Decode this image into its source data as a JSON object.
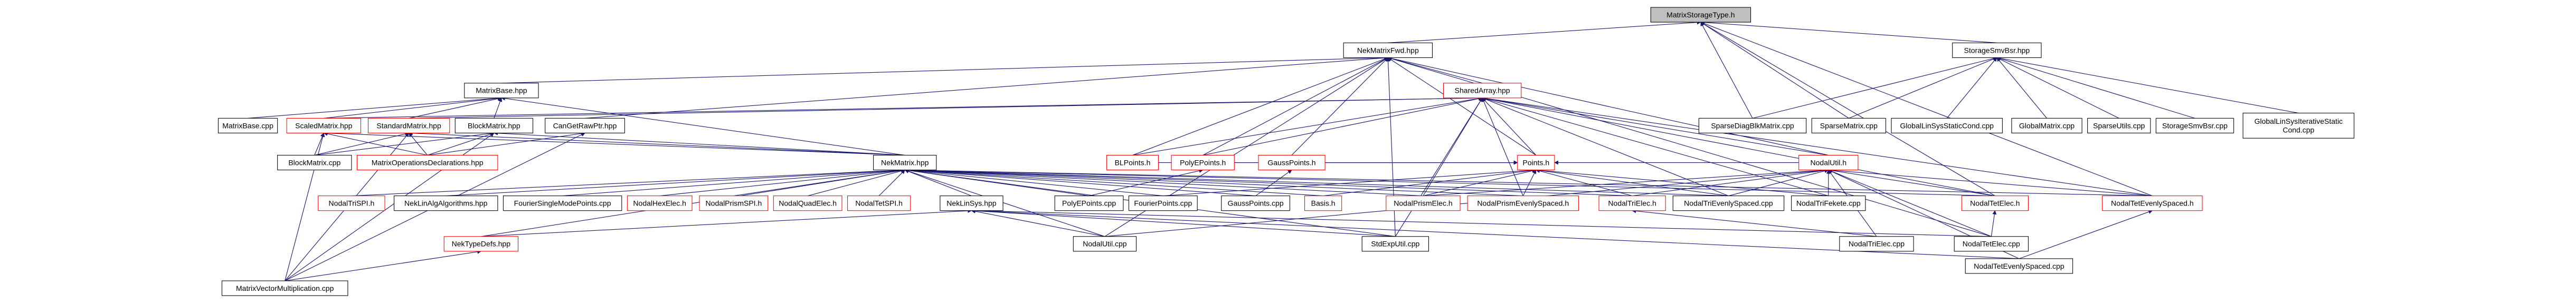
{
  "colors": {
    "edge": "#191970",
    "text": "#000000",
    "normal_border": "#000000",
    "link_border": "#ff0000",
    "root_fill": "#bfbfbf",
    "node_fill": "#ffffff"
  },
  "nodes": [
    {
      "id": "root",
      "lines": [
        "MatrixStorageType.h"
      ],
      "style": "root"
    },
    {
      "id": "nekmatrixfwd",
      "lines": [
        "NekMatrixFwd.hpp"
      ],
      "style": "normal"
    },
    {
      "id": "storagesmvbsr",
      "lines": [
        "StorageSmvBsr.hpp"
      ],
      "style": "normal"
    },
    {
      "id": "matrixbase_hpp",
      "lines": [
        "MatrixBase.hpp"
      ],
      "style": "normal"
    },
    {
      "id": "sharedarray",
      "lines": [
        "SharedArray.hpp"
      ],
      "style": "link"
    },
    {
      "id": "matrixbase_cpp",
      "lines": [
        "MatrixBase.cpp"
      ],
      "style": "normal"
    },
    {
      "id": "scaledmatrix",
      "lines": [
        "ScaledMatrix.hpp"
      ],
      "style": "link"
    },
    {
      "id": "standardmatrix",
      "lines": [
        "StandardMatrix.hpp"
      ],
      "style": "link"
    },
    {
      "id": "blockmatrix_hpp",
      "lines": [
        "BlockMatrix.hpp"
      ],
      "style": "normal"
    },
    {
      "id": "cangetrawptr",
      "lines": [
        "CanGetRawPtr.hpp"
      ],
      "style": "normal"
    },
    {
      "id": "blockmatrix_cpp",
      "lines": [
        "BlockMatrix.cpp"
      ],
      "style": "normal"
    },
    {
      "id": "matrixopdecl",
      "lines": [
        "MatrixOperationsDeclarations.hpp"
      ],
      "style": "link"
    },
    {
      "id": "nekmatrix",
      "lines": [
        "NekMatrix.hpp"
      ],
      "style": "normal"
    },
    {
      "id": "points",
      "lines": [
        "Points.h"
      ],
      "style": "link"
    },
    {
      "id": "blpoints",
      "lines": [
        "BLPoints.h"
      ],
      "style": "link"
    },
    {
      "id": "polyepoints_h",
      "lines": [
        "PolyEPoints.h"
      ],
      "style": "link"
    },
    {
      "id": "gausspoints_h",
      "lines": [
        "GaussPoints.h"
      ],
      "style": "link"
    },
    {
      "id": "nodalutil_h",
      "lines": [
        "NodalUtil.h"
      ],
      "style": "link"
    },
    {
      "id": "sparsediag",
      "lines": [
        "SparseDiagBlkMatrix.cpp"
      ],
      "style": "normal"
    },
    {
      "id": "sparsematrix",
      "lines": [
        "SparseMatrix.cpp"
      ],
      "style": "normal"
    },
    {
      "id": "globallinsyscond",
      "lines": [
        "GlobalLinSysStaticCond.cpp"
      ],
      "style": "normal"
    },
    {
      "id": "globalmatrix",
      "lines": [
        "GlobalMatrix.cpp"
      ],
      "style": "normal"
    },
    {
      "id": "sparseutils",
      "lines": [
        "SparseUtils.cpp"
      ],
      "style": "normal"
    },
    {
      "id": "storagesmvbsr_cpp",
      "lines": [
        "StorageSmvBsr.cpp"
      ],
      "style": "normal"
    },
    {
      "id": "globallinsysiter",
      "lines": [
        "GlobalLinSysIterativeStatic",
        "Cond.cpp"
      ],
      "style": "normal"
    },
    {
      "id": "nodaltrispi",
      "lines": [
        "NodalTriSPI.h"
      ],
      "style": "link"
    },
    {
      "id": "neklinalg",
      "lines": [
        "NekLinAlgAlgorithms.hpp"
      ],
      "style": "normal"
    },
    {
      "id": "fouriersingle",
      "lines": [
        "FourierSingleModePoints.cpp"
      ],
      "style": "normal"
    },
    {
      "id": "nodalhexelec",
      "lines": [
        "NodalHexElec.h"
      ],
      "style": "link"
    },
    {
      "id": "nodalprismspi",
      "lines": [
        "NodalPrismSPI.h"
      ],
      "style": "link"
    },
    {
      "id": "nodalquadelec",
      "lines": [
        "NodalQuadElec.h"
      ],
      "style": "link"
    },
    {
      "id": "nodaltetspi",
      "lines": [
        "NodalTetSPI.h"
      ],
      "style": "link"
    },
    {
      "id": "neklinsys",
      "lines": [
        "NekLinSys.hpp"
      ],
      "style": "normal"
    },
    {
      "id": "polyepoints_cpp",
      "lines": [
        "PolyEPoints.cpp"
      ],
      "style": "normal"
    },
    {
      "id": "fourierpoints",
      "lines": [
        "FourierPoints.cpp"
      ],
      "style": "normal"
    },
    {
      "id": "gausspoints_cpp",
      "lines": [
        "GaussPoints.cpp"
      ],
      "style": "normal"
    },
    {
      "id": "basis",
      "lines": [
        "Basis.h"
      ],
      "style": "link"
    },
    {
      "id": "nodalprismelec",
      "lines": [
        "NodalPrismElec.h"
      ],
      "style": "link"
    },
    {
      "id": "nodalprismevenly",
      "lines": [
        "NodalPrismEvenlySpaced.h"
      ],
      "style": "link"
    },
    {
      "id": "nodaltrielec_h",
      "lines": [
        "NodalTriElec.h"
      ],
      "style": "link"
    },
    {
      "id": "nodaltrievenly_cpp",
      "lines": [
        "NodalTriEvenlySpaced.cpp"
      ],
      "style": "normal"
    },
    {
      "id": "nodaltrifekete",
      "lines": [
        "NodalTriFekete.cpp"
      ],
      "style": "normal"
    },
    {
      "id": "nodaltetelec_h",
      "lines": [
        "NodalTetElec.h"
      ],
      "style": "link"
    },
    {
      "id": "nodaltetevenly_h",
      "lines": [
        "NodalTetEvenlySpaced.h"
      ],
      "style": "link"
    },
    {
      "id": "nektypedefs",
      "lines": [
        "NekTypeDefs.hpp"
      ],
      "style": "link"
    },
    {
      "id": "nodalutil_cpp",
      "lines": [
        "NodalUtil.cpp"
      ],
      "style": "normal"
    },
    {
      "id": "stdexputil",
      "lines": [
        "StdExpUtil.cpp"
      ],
      "style": "normal"
    },
    {
      "id": "nodaltrielec_cpp",
      "lines": [
        "NodalTriElec.cpp"
      ],
      "style": "normal"
    },
    {
      "id": "nodaltetelec_cpp",
      "lines": [
        "NodalTetElec.cpp"
      ],
      "style": "normal"
    },
    {
      "id": "nodaltetevenly_cpp",
      "lines": [
        "NodalTetEvenlySpaced.cpp"
      ],
      "style": "normal"
    },
    {
      "id": "matrixvector",
      "lines": [
        "MatrixVectorMultiplication.cpp"
      ],
      "style": "normal"
    }
  ]
}
